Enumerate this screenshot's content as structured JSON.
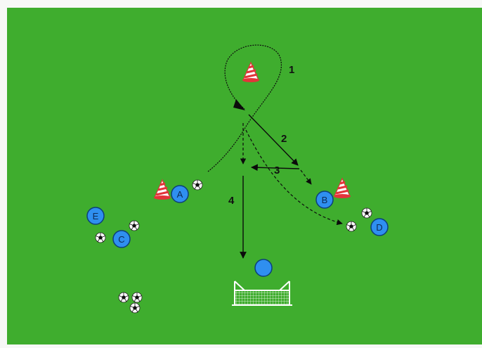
{
  "colors": {
    "pitch": "#3fad2e",
    "pitch_edge": "#f7f8f7",
    "player": "#2f8ff0",
    "player_outline": "#0c3f7a",
    "cone_red": "#e3343a",
    "line": "#0b0b0b"
  },
  "steps": [
    "1",
    "2",
    "3",
    "4"
  ],
  "players": [
    "A",
    "B",
    "C",
    "D",
    "E"
  ],
  "icons": {
    "cone": "cone-icon",
    "ball": "soccer-ball-icon",
    "goal": "goal-icon",
    "goalkeeper": "goalkeeper-icon"
  }
}
